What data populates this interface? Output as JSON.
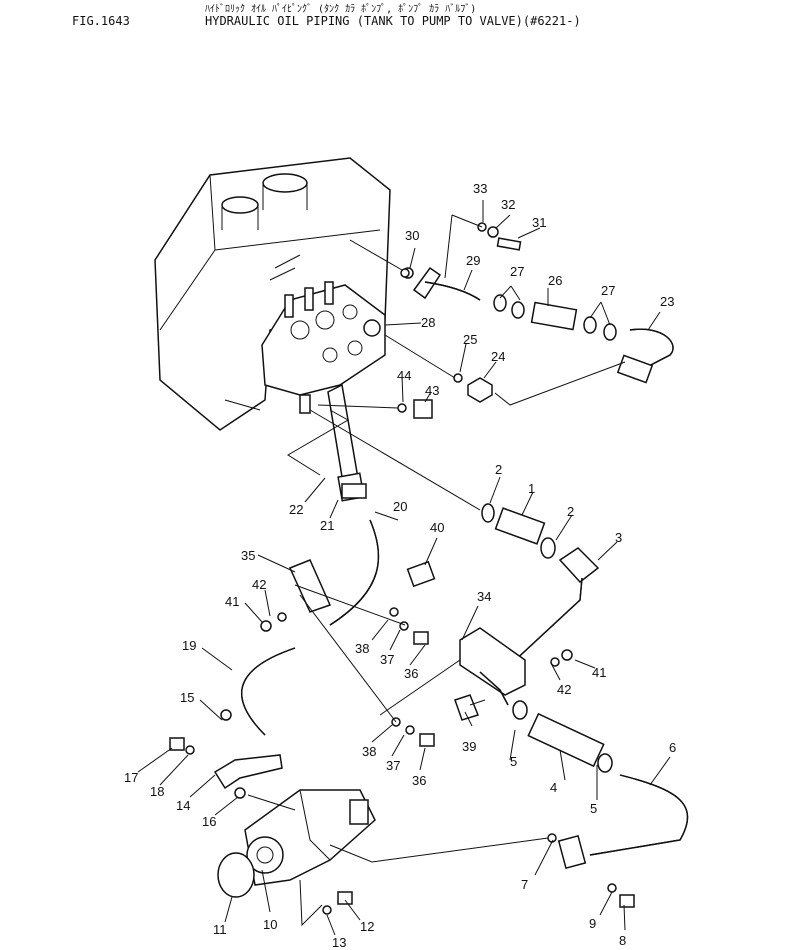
{
  "header": {
    "figure_number": "FIG.1643",
    "title_japanese": "ﾊｲﾄﾞﾛﾘｯｸ ｵｲﾙ ﾊﾟｲﾋﾟﾝｸﾞ (ﾀﾝｸ ｶﾗ ﾎﾟﾝﾌﾟ, ﾎﾟﾝﾌﾟ ｶﾗ ﾊﾞﾙﾌﾞ)",
    "title_english": "HYDRAULIC OIL PIPING (TANK TO PUMP TO VALVE)(#6221-)"
  },
  "callouts": [
    "1",
    "2",
    "3",
    "4",
    "5",
    "6",
    "7",
    "8",
    "9",
    "10",
    "11",
    "12",
    "13",
    "14",
    "15",
    "16",
    "17",
    "18",
    "19",
    "20",
    "21",
    "22",
    "23",
    "24",
    "25",
    "26",
    "27",
    "28",
    "29",
    "30",
    "31",
    "32",
    "33",
    "34",
    "35",
    "36",
    "37",
    "38",
    "39",
    "40",
    "41",
    "42",
    "43",
    "44"
  ]
}
